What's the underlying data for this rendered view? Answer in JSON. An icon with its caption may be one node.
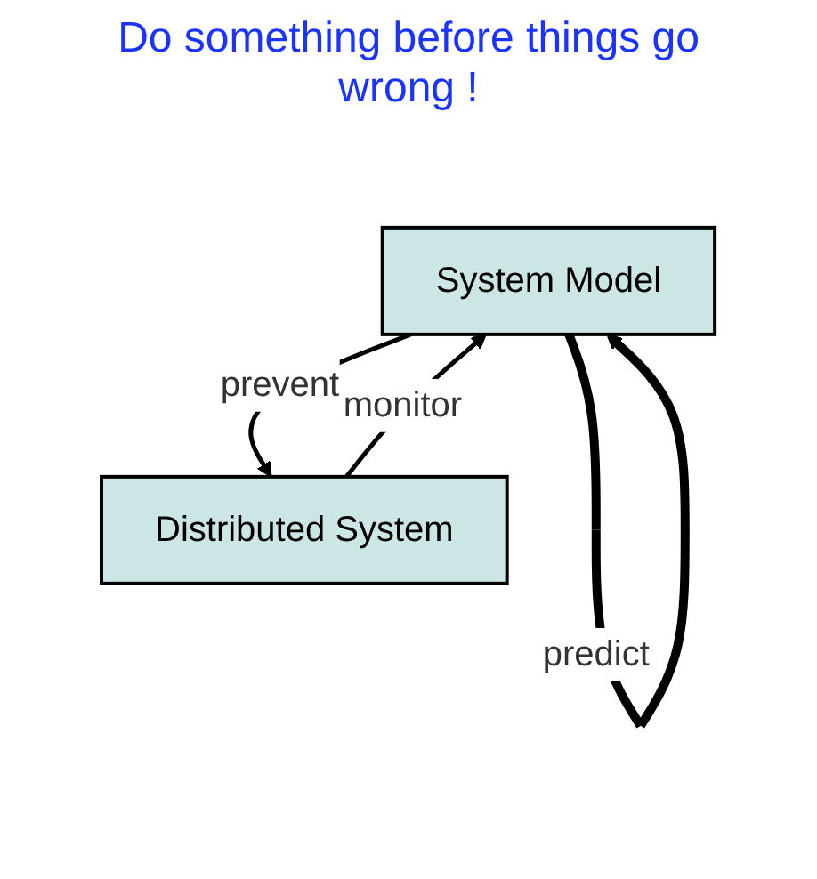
{
  "diagram": {
    "title": "Do something before things go wrong !",
    "nodes": [
      {
        "text": [
          "System Model"
        ]
      },
      {
        "text": [
          "Distributed System"
        ]
      }
    ],
    "edges": [
      {
        "from": 0,
        "to": 0,
        "arrow": "to",
        "label": "predict",
        "style": "thick"
      },
      {
        "from": 1,
        "to": 0,
        "arrow": "to",
        "label": "monitor"
      },
      {
        "from": 0,
        "to": 1,
        "arrow": "to",
        "label": "prevent"
      }
    ]
  }
}
